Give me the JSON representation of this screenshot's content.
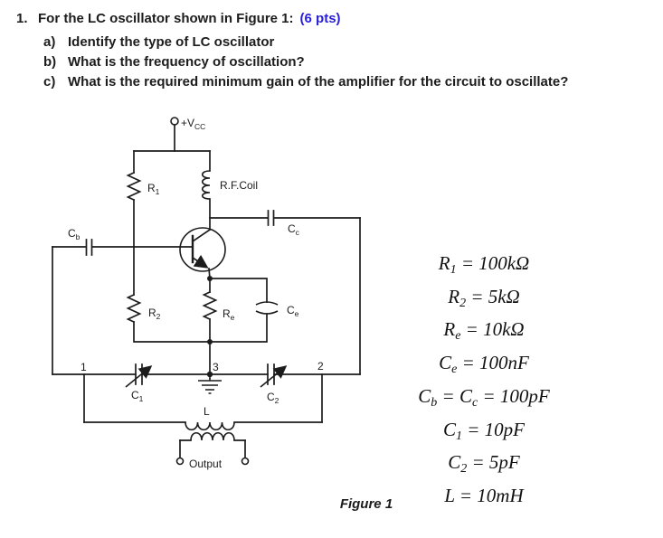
{
  "problem": {
    "number": "1.",
    "title": "For the LC oscillator shown in Figure 1:",
    "points": "(6 pts)",
    "points_color": "#2a1fd8",
    "items": [
      {
        "label": "a)",
        "text": "Identify the type of LC oscillator"
      },
      {
        "label": "b)",
        "text": "What is the frequency of oscillation?"
      },
      {
        "label": "c)",
        "text": "What is the required minimum gain of the amplifier for the circuit to oscillate?"
      }
    ]
  },
  "circuit": {
    "labels": {
      "vcc": {
        "sym": "+V",
        "sub": "CC"
      },
      "r1": {
        "sym": "R",
        "sub": "1"
      },
      "rf_coil": "R.F.Coil",
      "cb": {
        "sym": "C",
        "sub": "b"
      },
      "cc": {
        "sym": "C",
        "sub": "c"
      },
      "r2": {
        "sym": "R",
        "sub": "2"
      },
      "re": {
        "sym": "R",
        "sub": "e"
      },
      "ce": {
        "sym": "C",
        "sub": "e"
      },
      "c1": {
        "sym": "C",
        "sub": "1"
      },
      "c2": {
        "sym": "C",
        "sub": "2"
      },
      "node1": "1",
      "node2": "2",
      "node3": "3",
      "l": "L",
      "output": "Output"
    }
  },
  "values": {
    "rows": [
      [
        {
          "t": "R"
        },
        {
          "t": "1",
          "sub": true
        },
        {
          "t": " = 100kΩ"
        }
      ],
      [
        {
          "t": "R"
        },
        {
          "t": "2",
          "sub": true
        },
        {
          "t": " = 5kΩ"
        }
      ],
      [
        {
          "t": "R"
        },
        {
          "t": "e",
          "sub": true
        },
        {
          "t": " = 10kΩ"
        }
      ],
      [
        {
          "t": "C"
        },
        {
          "t": "e",
          "sub": true
        },
        {
          "t": " = 100nF"
        }
      ],
      [
        {
          "t": "C"
        },
        {
          "t": "b",
          "sub": true
        },
        {
          "t": " = C"
        },
        {
          "t": "c",
          "sub": true
        },
        {
          "t": " = 100pF"
        }
      ],
      [
        {
          "t": "C"
        },
        {
          "t": "1",
          "sub": true
        },
        {
          "t": " = 10pF"
        }
      ],
      [
        {
          "t": "C"
        },
        {
          "t": "2",
          "sub": true
        },
        {
          "t": " = 5pF"
        }
      ],
      [
        {
          "t": "L"
        },
        {
          "t": " = 10mH"
        }
      ]
    ]
  },
  "caption": "Figure 1"
}
